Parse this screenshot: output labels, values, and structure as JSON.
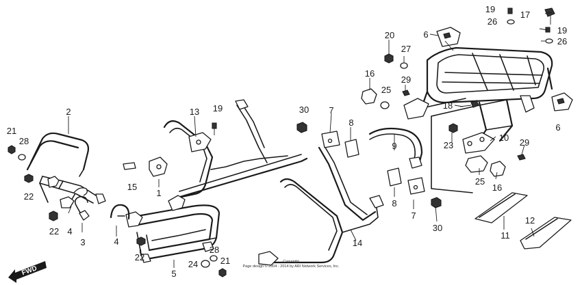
{
  "callouts": [
    {
      "id": "2",
      "text": "2"
    },
    {
      "id": "21a",
      "text": "21"
    },
    {
      "id": "28a",
      "text": "28"
    },
    {
      "id": "22a",
      "text": "22"
    },
    {
      "id": "22b",
      "text": "22"
    },
    {
      "id": "4a",
      "text": "4"
    },
    {
      "id": "3",
      "text": "3"
    },
    {
      "id": "4b",
      "text": "4"
    },
    {
      "id": "22c",
      "text": "22"
    },
    {
      "id": "5",
      "text": "5"
    },
    {
      "id": "24",
      "text": "24"
    },
    {
      "id": "28b",
      "text": "28"
    },
    {
      "id": "21b",
      "text": "21"
    },
    {
      "id": "13",
      "text": "13"
    },
    {
      "id": "19a",
      "text": "19"
    },
    {
      "id": "15",
      "text": "15"
    },
    {
      "id": "1",
      "text": "1"
    },
    {
      "id": "30a",
      "text": "30"
    },
    {
      "id": "7a",
      "text": "7"
    },
    {
      "id": "8a",
      "text": "8"
    },
    {
      "id": "9",
      "text": "9"
    },
    {
      "id": "8b",
      "text": "8"
    },
    {
      "id": "7b",
      "text": "7"
    },
    {
      "id": "14",
      "text": "14"
    },
    {
      "id": "16a",
      "text": "16"
    },
    {
      "id": "25a",
      "text": "25"
    },
    {
      "id": "20",
      "text": "20"
    },
    {
      "id": "27",
      "text": "27"
    },
    {
      "id": "29a",
      "text": "29"
    },
    {
      "id": "6a",
      "text": "6"
    },
    {
      "id": "19b",
      "text": "19"
    },
    {
      "id": "26a",
      "text": "26"
    },
    {
      "id": "17",
      "text": "17"
    },
    {
      "id": "19c",
      "text": "19"
    },
    {
      "id": "26b",
      "text": "26"
    },
    {
      "id": "18",
      "text": "18"
    },
    {
      "id": "6b",
      "text": "6"
    },
    {
      "id": "23",
      "text": "23"
    },
    {
      "id": "10",
      "text": "10"
    },
    {
      "id": "29b",
      "text": "29"
    },
    {
      "id": "25b",
      "text": "25"
    },
    {
      "id": "16b",
      "text": "16"
    },
    {
      "id": "30b",
      "text": "30"
    },
    {
      "id": "11",
      "text": "11"
    },
    {
      "id": "12",
      "text": "12"
    }
  ],
  "fwd_label": "FWD",
  "copyright": {
    "line1": "Copyright",
    "line2": "Page design © 2004 - 2014 by ARI Network Services, Inc."
  }
}
